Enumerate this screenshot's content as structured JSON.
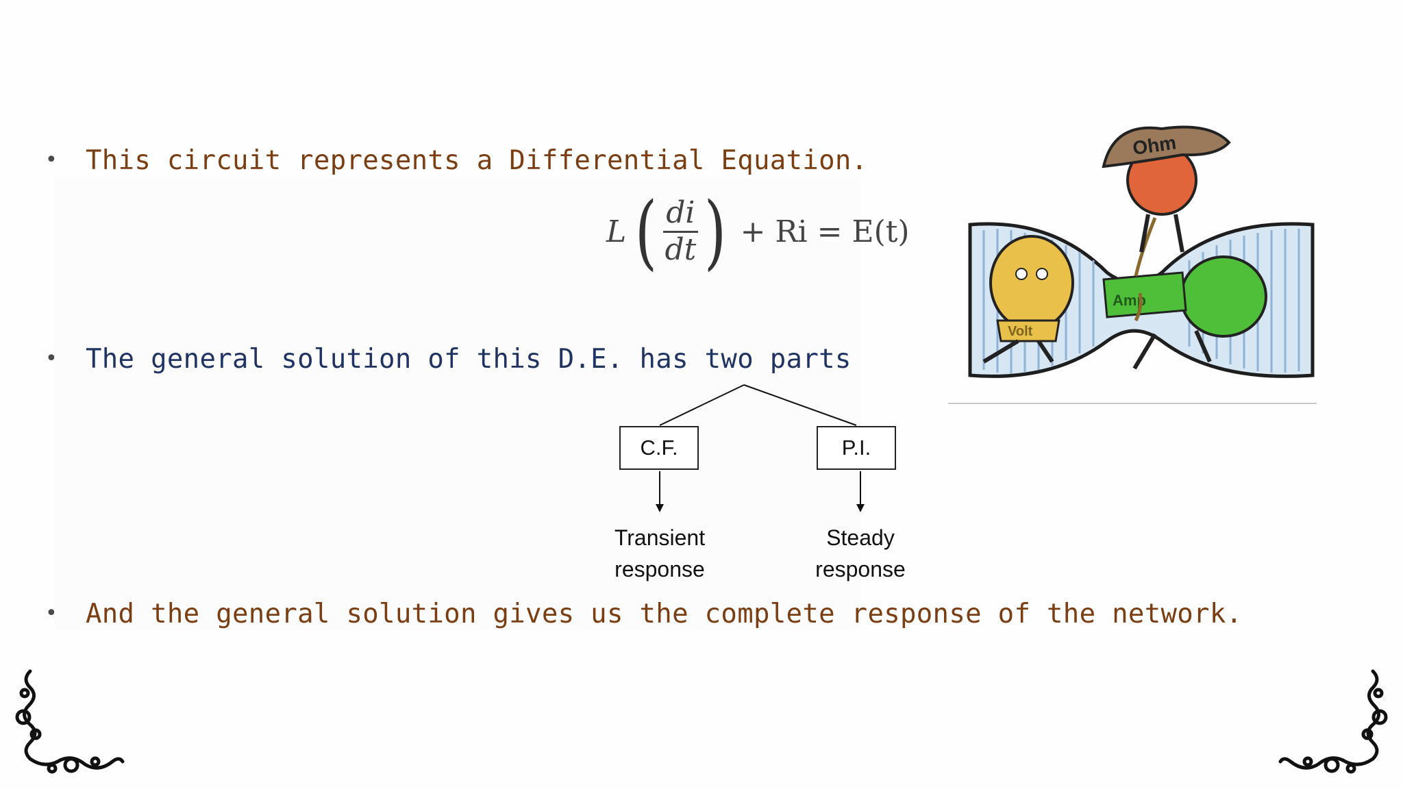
{
  "bullets": [
    {
      "text": "This circuit represents a Differential Equation.",
      "color": "#7a3e12"
    },
    {
      "text": "The general solution of this D.E. has two parts",
      "color": "#1f3462"
    },
    {
      "text": "And the general solution gives us the complete response of the network.",
      "color": "#7a3e12"
    }
  ],
  "bullet_symbol": "•",
  "equation": {
    "lhs_symbol": "L",
    "numerator": "di",
    "denominator": "dt",
    "rest": "+ Ri = E(t)"
  },
  "diagram": {
    "left_box": "C.F.",
    "right_box": "P.I.",
    "left_response": [
      "Transient",
      "response"
    ],
    "right_response": [
      "Steady",
      "response"
    ]
  },
  "illustration": {
    "labels": {
      "ohm": "Ohm",
      "amp": "Amp",
      "volt": "Volt"
    }
  }
}
